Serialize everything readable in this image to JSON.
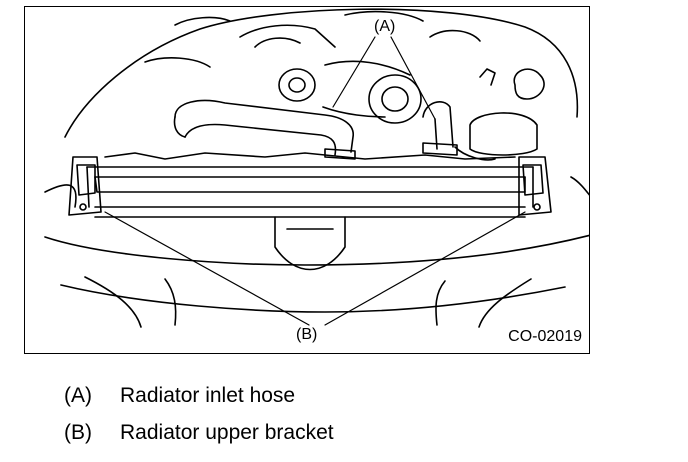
{
  "figure": {
    "callout_a": "(A)",
    "callout_b": "(B)",
    "code": "CO-02019"
  },
  "legend": [
    {
      "key": "(A)",
      "text": "Radiator inlet hose"
    },
    {
      "key": "(B)",
      "text": "Radiator upper bracket"
    }
  ]
}
